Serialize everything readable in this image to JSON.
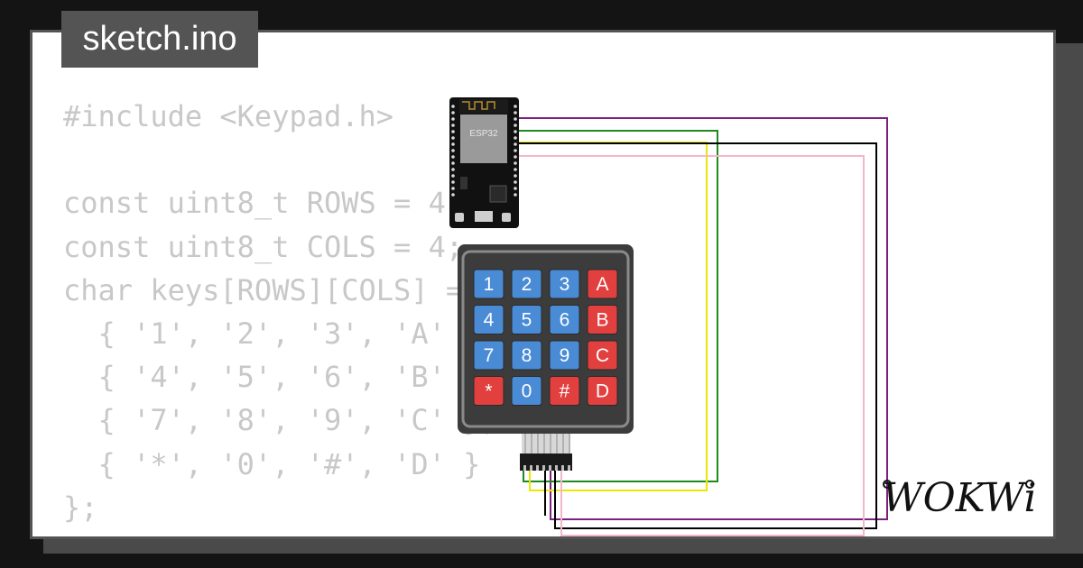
{
  "file_tab": {
    "name": "sketch.ino"
  },
  "code": {
    "lines": [
      "#include <Keypad.h>",
      "",
      "const uint8_t ROWS = 4;",
      "const uint8_t COLS = 4;",
      "char keys[ROWS][COLS] = {",
      "  { '1', '2', '3', 'A' },",
      "  { '4', '5', '6', 'B' },",
      "  { '7', '8', '9', 'C' },",
      "  { '*', '0', '#', 'D' }",
      "};"
    ]
  },
  "esp32": {
    "label": "ESP32"
  },
  "keypad": {
    "keys": [
      [
        "1",
        "2",
        "3",
        "A"
      ],
      [
        "4",
        "5",
        "6",
        "B"
      ],
      [
        "7",
        "8",
        "9",
        "C"
      ],
      [
        "*",
        "0",
        "#",
        "D"
      ]
    ]
  },
  "brand": {
    "logo_text": "WOKWi"
  },
  "colors": {
    "background": "#141414",
    "card": "#ffffff",
    "card_border": "#545454",
    "code_text": "#c8c8c8",
    "key_blue": "#4a8bd6",
    "key_red": "#e2403f",
    "keypad_body": "#3c3c3c",
    "wire_purple": "#7d1f7d",
    "wire_green": "#1f8a1f",
    "wire_black": "#000000",
    "wire_pink": "#f4b7c8",
    "wire_yellow": "#e8e800"
  }
}
